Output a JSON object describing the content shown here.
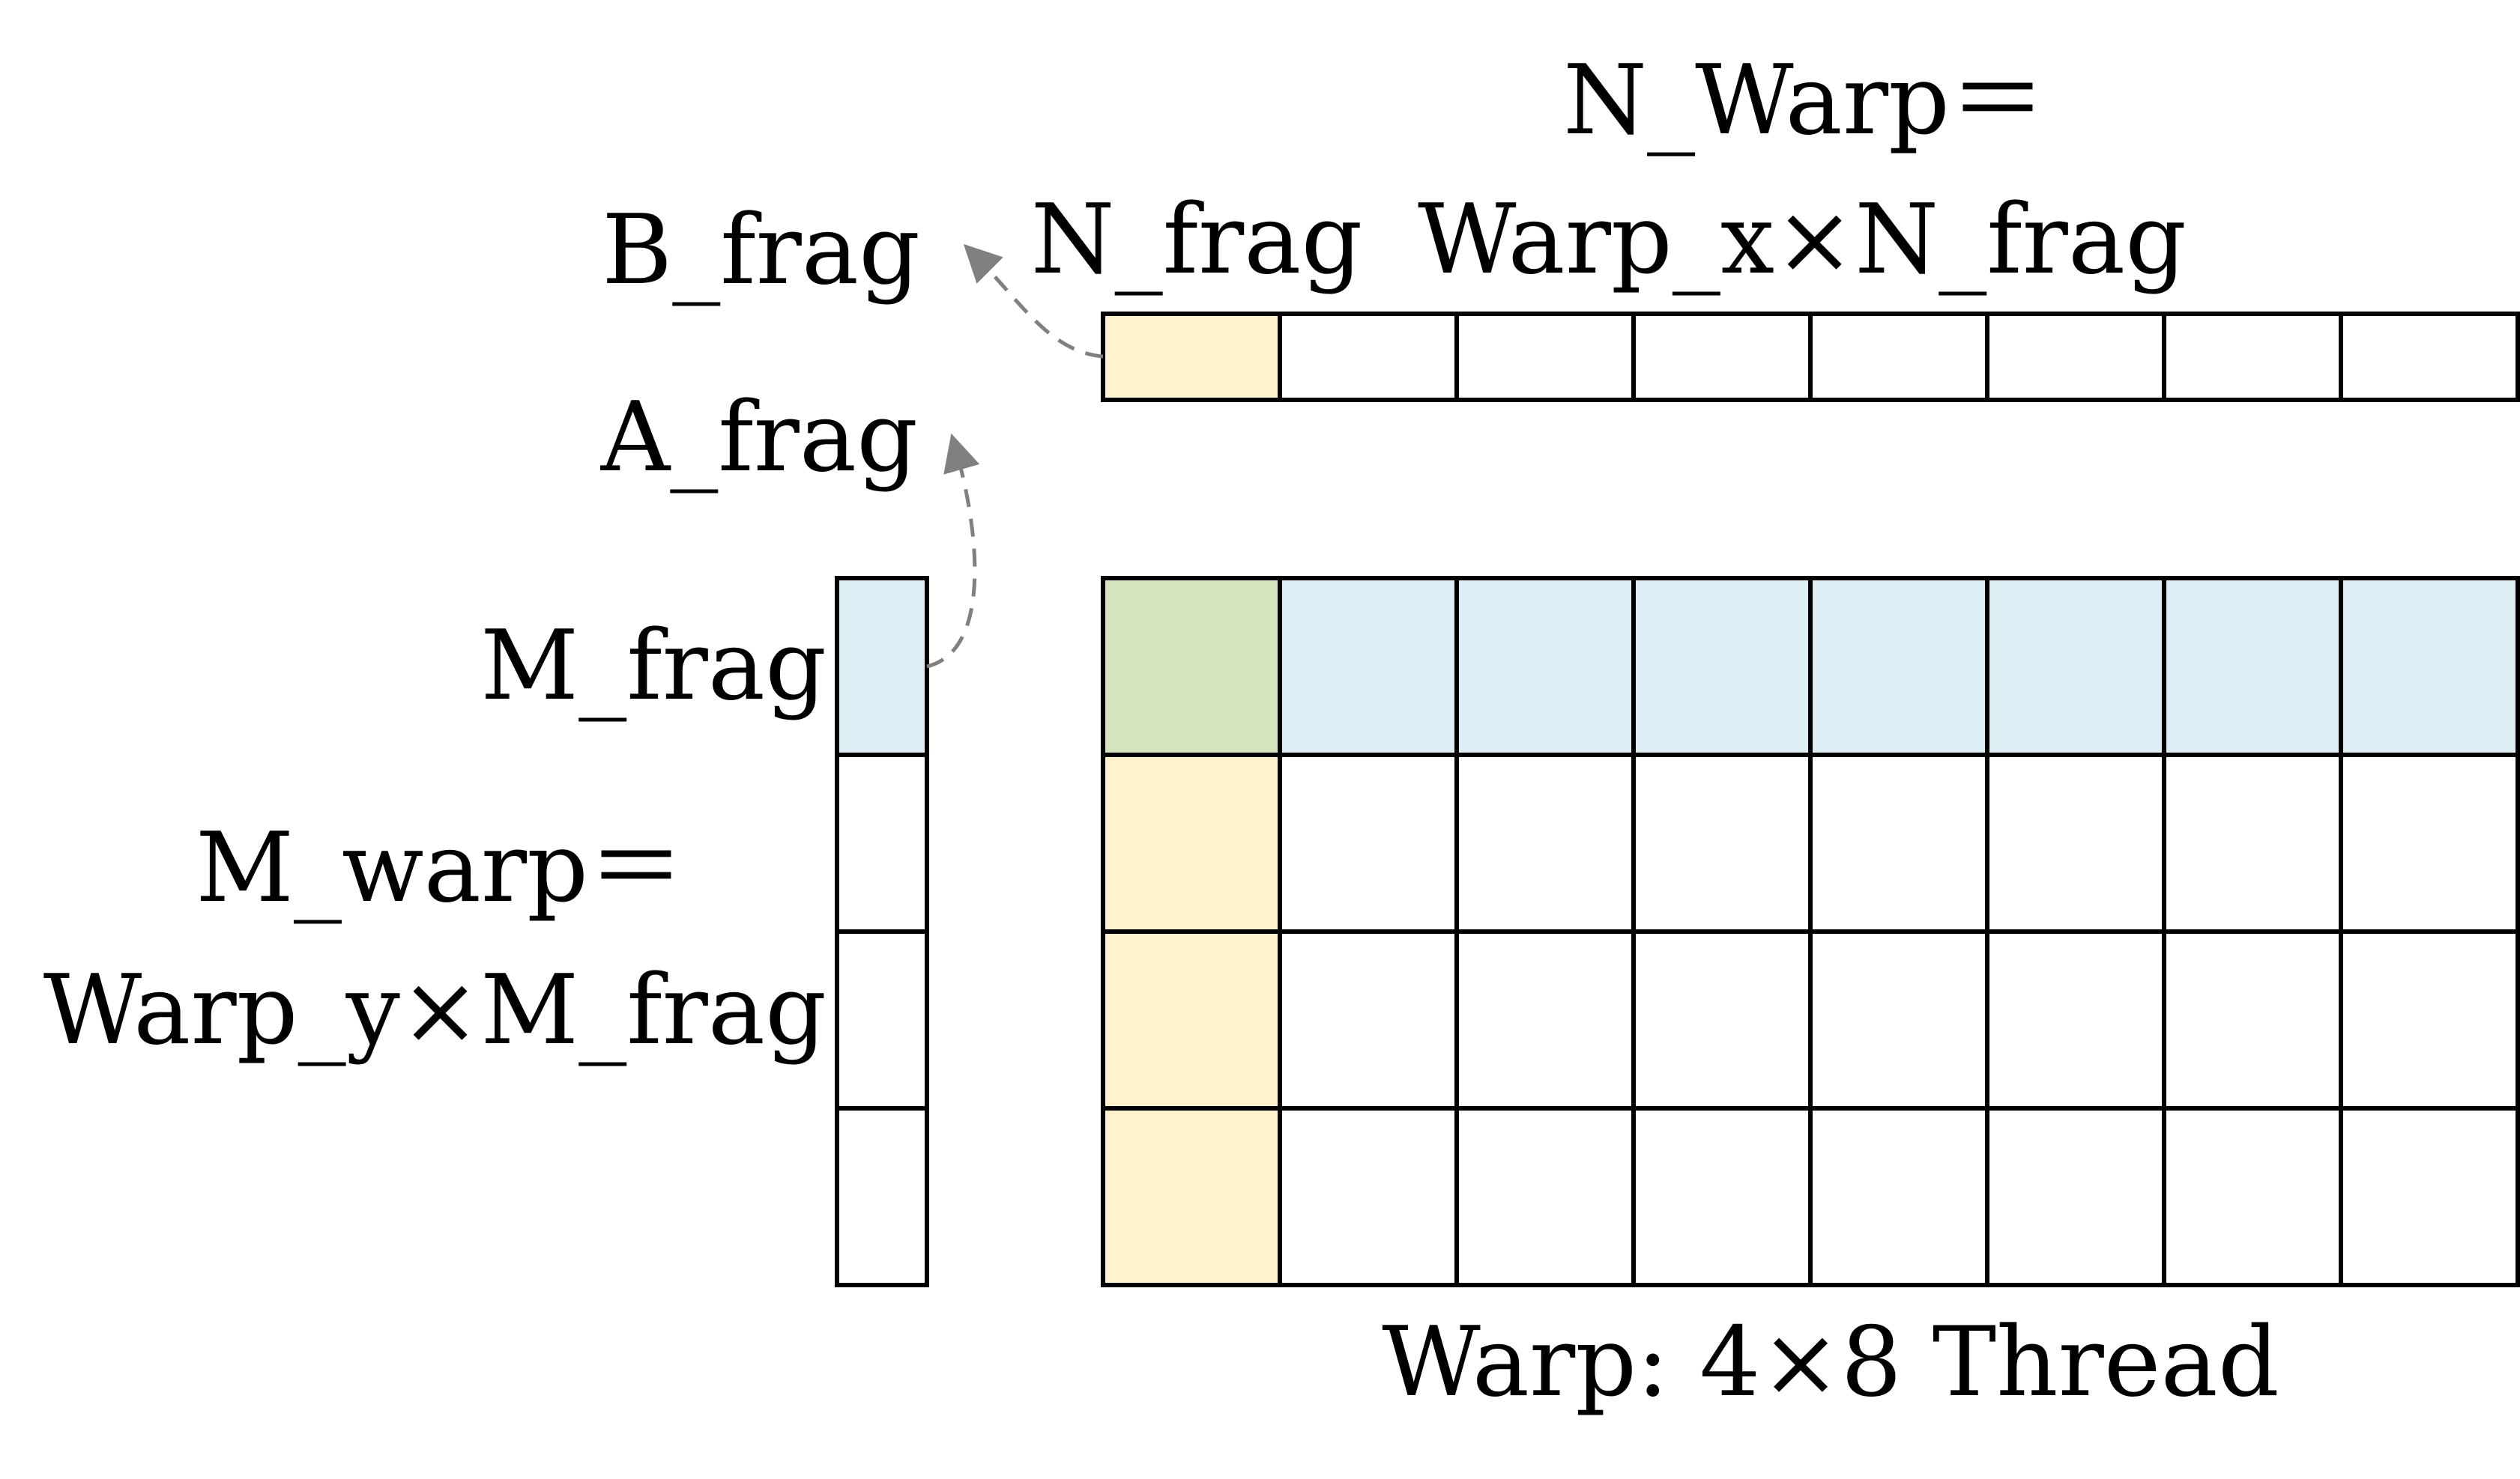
{
  "labels": {
    "b_frag": "B_frag",
    "a_frag": "A_frag",
    "n_frag": "N_frag",
    "n_warp_line1": "N_Warp＝",
    "n_warp_line2": "Warp_x×N_frag",
    "m_frag": "M_frag",
    "m_warp_line1": "M_warp＝",
    "m_warp_line2": "Warp_y×M_frag",
    "warp_caption": "Warp: 4×8 Thread"
  },
  "grid": {
    "rows": 4,
    "cols": 8,
    "highlight_row": 0,
    "highlight_col": 0
  },
  "b_fragment_row": {
    "cells": 8,
    "highlight_index": 0
  },
  "a_fragment_col": {
    "cells": 4,
    "highlight_index": 0
  },
  "colors": {
    "yellow": "#FFF2CC",
    "blue": "#DDEEF4",
    "green": "#D5E3BE",
    "stroke": "#000000",
    "arrow": "#808080"
  }
}
